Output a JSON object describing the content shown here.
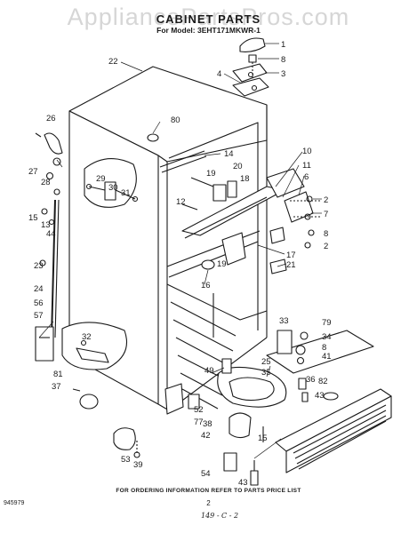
{
  "watermark": "AppliancePartsPros.com",
  "title": "CABINET PARTS",
  "subtitle": "For Model: 3EHT171MKWR-1",
  "footer_note": "FOR ORDERING INFORMATION REFER TO PARTS PRICE LIST",
  "doc_number": "945979",
  "page_number": "2",
  "handwritten_note": "149 - C - 2",
  "callouts": [
    "1",
    "8",
    "3",
    "4",
    "22",
    "80",
    "14",
    "10",
    "11",
    "6",
    "2",
    "7",
    "8",
    "2",
    "26",
    "27",
    "28",
    "29",
    "30",
    "31",
    "19",
    "20",
    "18",
    "12",
    "15",
    "13",
    "44",
    "23",
    "24",
    "17",
    "21",
    "19",
    "16",
    "56",
    "57",
    "32",
    "33",
    "79",
    "34",
    "8",
    "41",
    "36",
    "82",
    "43",
    "25",
    "35",
    "49",
    "52",
    "77",
    "38",
    "42",
    "15",
    "81",
    "37",
    "53",
    "39",
    "54",
    "43"
  ],
  "colors": {
    "ink": "#1a1a1a",
    "watermark": "#d6d6d6",
    "background": "#ffffff"
  }
}
